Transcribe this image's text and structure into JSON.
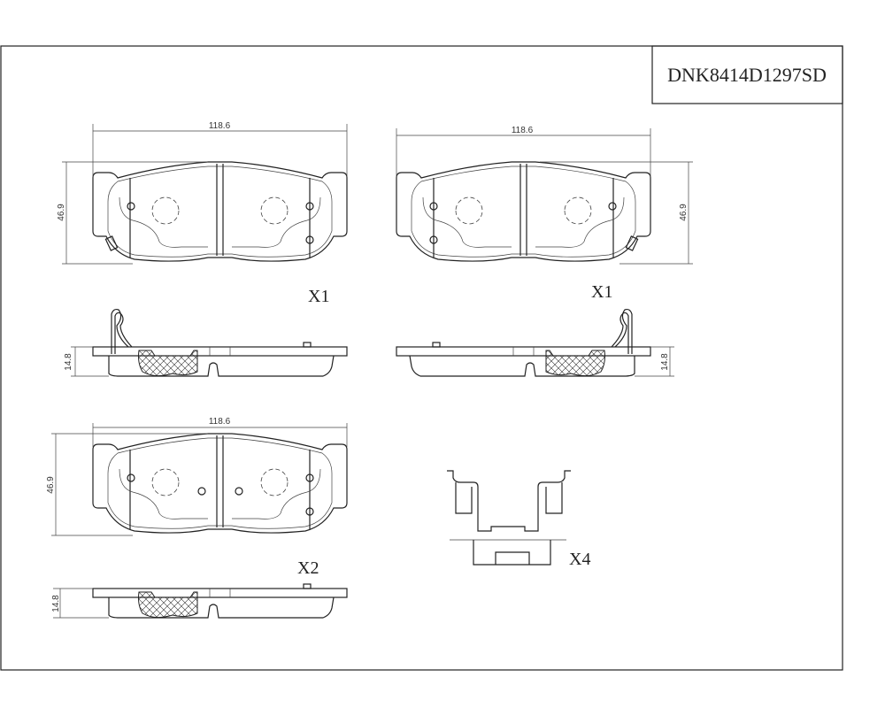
{
  "title_block": {
    "part_number": "DNK8414D1297SD"
  },
  "views": {
    "pad1": {
      "width_dim": "118.6",
      "height_dim": "46.9",
      "thickness_dim": "14.8",
      "quantity": "X1"
    },
    "pad2": {
      "width_dim": "118.6",
      "height_dim": "46.9",
      "thickness_dim": "14.8",
      "quantity": "X1"
    },
    "pad3": {
      "width_dim": "118.6",
      "height_dim": "46.9",
      "thickness_dim": "14.8",
      "quantity": "X2"
    },
    "clip": {
      "quantity": "X4"
    }
  }
}
